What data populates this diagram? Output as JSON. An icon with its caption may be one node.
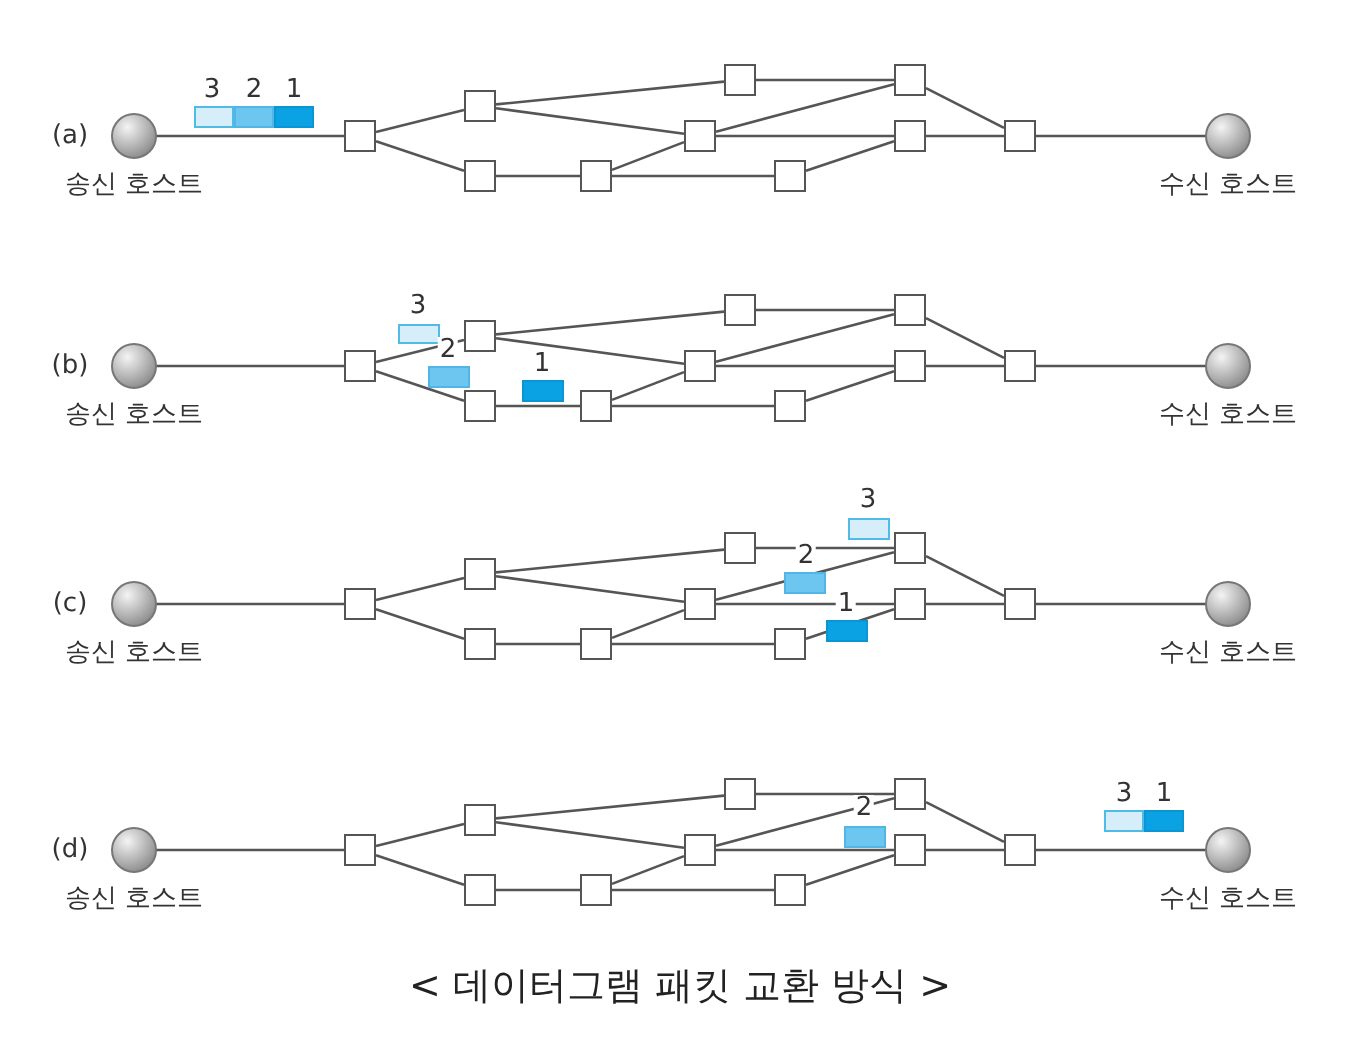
{
  "diagram": {
    "caption": "< 데이터그램 패킷 교환 방식 >",
    "nodes": [
      {
        "text": [
          "송신 호스트"
        ]
      },
      {
        "text": [],
        "shape": "box"
      },
      {
        "text": [],
        "shape": "box"
      },
      {
        "text": [],
        "shape": "box"
      },
      {
        "text": [],
        "shape": "box"
      },
      {
        "text": [],
        "shape": "box"
      },
      {
        "text": [],
        "shape": "box"
      },
      {
        "text": [],
        "shape": "box"
      },
      {
        "text": [],
        "shape": "box"
      },
      {
        "text": [],
        "shape": "box"
      },
      {
        "text": [],
        "shape": "box"
      },
      {
        "text": [
          "수신 호스트"
        ]
      },
      {
        "text": [
          "송신 호스트"
        ]
      },
      {
        "text": [],
        "shape": "box"
      },
      {
        "text": [],
        "shape": "box"
      },
      {
        "text": [],
        "shape": "box"
      },
      {
        "text": [],
        "shape": "box"
      },
      {
        "text": [],
        "shape": "box"
      },
      {
        "text": [],
        "shape": "box"
      },
      {
        "text": [],
        "shape": "box"
      },
      {
        "text": [],
        "shape": "box"
      },
      {
        "text": [],
        "shape": "box"
      },
      {
        "text": [],
        "shape": "box"
      },
      {
        "text": [
          "수신 호스트"
        ]
      },
      {
        "text": [
          "송신 호스트"
        ]
      },
      {
        "text": [],
        "shape": "box"
      },
      {
        "text": [],
        "shape": "box"
      },
      {
        "text": [],
        "shape": "box"
      },
      {
        "text": [],
        "shape": "box"
      },
      {
        "text": [],
        "shape": "box"
      },
      {
        "text": [],
        "shape": "box"
      },
      {
        "text": [],
        "shape": "box"
      },
      {
        "text": [],
        "shape": "box"
      },
      {
        "text": [],
        "shape": "box"
      },
      {
        "text": [],
        "shape": "box"
      },
      {
        "text": [
          "수신 호스트"
        ]
      },
      {
        "text": [
          "송신 호스트"
        ]
      },
      {
        "text": [],
        "shape": "box"
      },
      {
        "text": [],
        "shape": "box"
      },
      {
        "text": [],
        "shape": "box"
      },
      {
        "text": [],
        "shape": "box"
      },
      {
        "text": [],
        "shape": "box"
      },
      {
        "text": [],
        "shape": "box"
      },
      {
        "text": [],
        "shape": "box"
      },
      {
        "text": [],
        "shape": "box"
      },
      {
        "text": [],
        "shape": "box"
      },
      {
        "text": [],
        "shape": "box"
      },
      {
        "text": [
          "수신 호스트"
        ]
      }
    ],
    "edges": [
      {
        "from": 0,
        "to": 1,
        "arrow": "none"
      },
      {
        "from": 1,
        "to": 2,
        "arrow": "none"
      },
      {
        "from": 1,
        "to": 3,
        "arrow": "none"
      },
      {
        "from": 2,
        "to": 6,
        "arrow": "none"
      },
      {
        "from": 2,
        "to": 5,
        "arrow": "none"
      },
      {
        "from": 3,
        "to": 4,
        "arrow": "none"
      },
      {
        "from": 4,
        "to": 5,
        "arrow": "none"
      },
      {
        "from": 4,
        "to": 7,
        "arrow": "none"
      },
      {
        "from": 5,
        "to": 8,
        "arrow": "none"
      },
      {
        "from": 5,
        "to": 9,
        "arrow": "none"
      },
      {
        "from": 6,
        "to": 8,
        "arrow": "none"
      },
      {
        "from": 7,
        "to": 9,
        "arrow": "none"
      },
      {
        "from": 8,
        "to": 10,
        "arrow": "none"
      },
      {
        "from": 9,
        "to": 10,
        "arrow": "none"
      },
      {
        "from": 10,
        "to": 11,
        "arrow": "none"
      },
      {
        "from": 12,
        "to": 13,
        "arrow": "none"
      },
      {
        "from": 13,
        "to": 14,
        "arrow": "none"
      },
      {
        "from": 13,
        "to": 15,
        "arrow": "none"
      },
      {
        "from": 14,
        "to": 18,
        "arrow": "none"
      },
      {
        "from": 14,
        "to": 17,
        "arrow": "none"
      },
      {
        "from": 15,
        "to": 16,
        "arrow": "none"
      },
      {
        "from": 16,
        "to": 17,
        "arrow": "none"
      },
      {
        "from": 16,
        "to": 19,
        "arrow": "none"
      },
      {
        "from": 17,
        "to": 20,
        "arrow": "none"
      },
      {
        "from": 17,
        "to": 21,
        "arrow": "none"
      },
      {
        "from": 18,
        "to": 20,
        "arrow": "none"
      },
      {
        "from": 19,
        "to": 21,
        "arrow": "none"
      },
      {
        "from": 20,
        "to": 22,
        "arrow": "none"
      },
      {
        "from": 21,
        "to": 22,
        "arrow": "none"
      },
      {
        "from": 22,
        "to": 23,
        "arrow": "none"
      },
      {
        "from": 24,
        "to": 25,
        "arrow": "none"
      },
      {
        "from": 25,
        "to": 26,
        "arrow": "none"
      },
      {
        "from": 25,
        "to": 27,
        "arrow": "none"
      },
      {
        "from": 26,
        "to": 30,
        "arrow": "none"
      },
      {
        "from": 26,
        "to": 29,
        "arrow": "none"
      },
      {
        "from": 27,
        "to": 28,
        "arrow": "none"
      },
      {
        "from": 28,
        "to": 29,
        "arrow": "none"
      },
      {
        "from": 28,
        "to": 31,
        "arrow": "none"
      },
      {
        "from": 29,
        "to": 32,
        "arrow": "none"
      },
      {
        "from": 29,
        "to": 33,
        "arrow": "none"
      },
      {
        "from": 30,
        "to": 32,
        "arrow": "none"
      },
      {
        "from": 31,
        "to": 33,
        "arrow": "none"
      },
      {
        "from": 32,
        "to": 34,
        "arrow": "none"
      },
      {
        "from": 33,
        "to": 34,
        "arrow": "none"
      },
      {
        "from": 34,
        "to": 35,
        "arrow": "none"
      },
      {
        "from": 36,
        "to": 37,
        "arrow": "none"
      },
      {
        "from": 37,
        "to": 38,
        "arrow": "none"
      },
      {
        "from": 37,
        "to": 39,
        "arrow": "none"
      },
      {
        "from": 38,
        "to": 42,
        "arrow": "none"
      },
      {
        "from": 38,
        "to": 41,
        "arrow": "none"
      },
      {
        "from": 39,
        "to": 40,
        "arrow": "none"
      },
      {
        "from": 40,
        "to": 41,
        "arrow": "none"
      },
      {
        "from": 40,
        "to": 43,
        "arrow": "none"
      },
      {
        "from": 41,
        "to": 44,
        "arrow": "none"
      },
      {
        "from": 41,
        "to": 45,
        "arrow": "none"
      },
      {
        "from": 42,
        "to": 44,
        "arrow": "none"
      },
      {
        "from": 43,
        "to": 45,
        "arrow": "none"
      },
      {
        "from": 44,
        "to": 46,
        "arrow": "none"
      },
      {
        "from": 45,
        "to": 46,
        "arrow": "none"
      },
      {
        "from": 46,
        "to": 47,
        "arrow": "none"
      }
    ],
    "labels": [
      "(a)",
      "3",
      "2",
      "1",
      "(b)",
      "3",
      "2",
      "1",
      "(c)",
      "3",
      "2",
      "1",
      "(d)",
      "2",
      "3",
      "1"
    ]
  }
}
